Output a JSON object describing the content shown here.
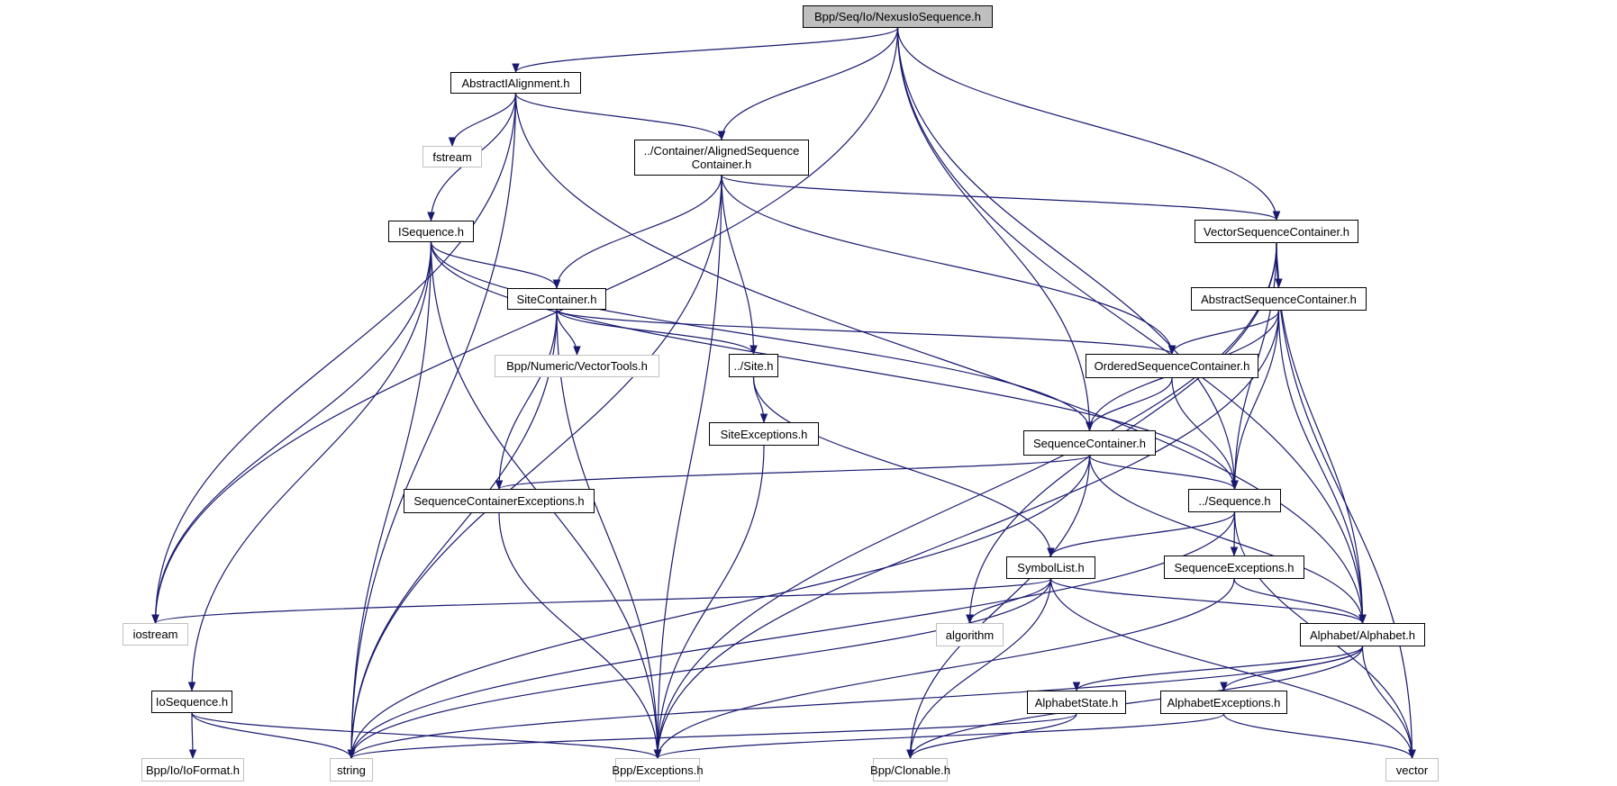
{
  "title": "Bpp/Seq/Io/NexusIoSequence.h",
  "colors": {
    "edge": "#191970",
    "root_fill": "#bfbfbf",
    "doc_border": "#000000",
    "ext_border": "#bfbfbf"
  },
  "nodes": [
    {
      "id": "nexus",
      "label": "Bpp/Seq/Io/NexusIoSequence.h",
      "kind": "root"
    },
    {
      "id": "absalign",
      "label": "AbstractIAlignment.h",
      "kind": "doc"
    },
    {
      "id": "fstream",
      "label": "fstream",
      "kind": "ext"
    },
    {
      "id": "aligned",
      "label": "../Container/AlignedSequence\nContainer.h",
      "kind": "doc"
    },
    {
      "id": "iseq",
      "label": "ISequence.h",
      "kind": "doc"
    },
    {
      "id": "vecseq",
      "label": "VectorSequenceContainer.h",
      "kind": "doc"
    },
    {
      "id": "sitecont",
      "label": "SiteContainer.h",
      "kind": "doc"
    },
    {
      "id": "vectools",
      "label": "Bpp/Numeric/VectorTools.h",
      "kind": "ext"
    },
    {
      "id": "absseq",
      "label": "AbstractSequenceContainer.h",
      "kind": "doc"
    },
    {
      "id": "site",
      "label": "../Site.h",
      "kind": "doc"
    },
    {
      "id": "ordered",
      "label": "OrderedSequenceContainer.h",
      "kind": "doc"
    },
    {
      "id": "seqcont",
      "label": "SequenceContainer.h",
      "kind": "doc"
    },
    {
      "id": "siteexc",
      "label": "SiteExceptions.h",
      "kind": "doc"
    },
    {
      "id": "seqcontexc",
      "label": "SequenceContainerExceptions.h",
      "kind": "doc"
    },
    {
      "id": "sequence",
      "label": "../Sequence.h",
      "kind": "doc"
    },
    {
      "id": "symlist",
      "label": "SymbolList.h",
      "kind": "doc"
    },
    {
      "id": "seqexc",
      "label": "SequenceExceptions.h",
      "kind": "doc"
    },
    {
      "id": "iostream",
      "label": "iostream",
      "kind": "ext"
    },
    {
      "id": "algorithm",
      "label": "algorithm",
      "kind": "ext"
    },
    {
      "id": "alphabet",
      "label": "Alphabet/Alphabet.h",
      "kind": "doc"
    },
    {
      "id": "ioseq",
      "label": "IoSequence.h",
      "kind": "doc"
    },
    {
      "id": "alphstate",
      "label": "AlphabetState.h",
      "kind": "doc"
    },
    {
      "id": "alphexc",
      "label": "AlphabetExceptions.h",
      "kind": "doc"
    },
    {
      "id": "ioformat",
      "label": "Bpp/Io/IoFormat.h",
      "kind": "ext"
    },
    {
      "id": "string",
      "label": "string",
      "kind": "ext"
    },
    {
      "id": "exceptions",
      "label": "Bpp/Exceptions.h",
      "kind": "ext"
    },
    {
      "id": "clonable",
      "label": "Bpp/Clonable.h",
      "kind": "ext"
    },
    {
      "id": "vector",
      "label": "vector",
      "kind": "ext"
    }
  ],
  "edges": [
    [
      "nexus",
      "absalign"
    ],
    [
      "nexus",
      "aligned"
    ],
    [
      "nexus",
      "vecseq"
    ],
    [
      "nexus",
      "seqcont"
    ],
    [
      "nexus",
      "sequence"
    ],
    [
      "nexus",
      "iostream"
    ],
    [
      "nexus",
      "alphabet"
    ],
    [
      "absalign",
      "fstream"
    ],
    [
      "absalign",
      "aligned"
    ],
    [
      "absalign",
      "iseq"
    ],
    [
      "absalign",
      "iostream"
    ],
    [
      "absalign",
      "string"
    ],
    [
      "absalign",
      "alphabet"
    ],
    [
      "aligned",
      "sitecont"
    ],
    [
      "aligned",
      "site"
    ],
    [
      "aligned",
      "vecseq"
    ],
    [
      "aligned",
      "ordered"
    ],
    [
      "aligned",
      "exceptions"
    ],
    [
      "aligned",
      "string"
    ],
    [
      "iseq",
      "sitecont"
    ],
    [
      "iseq",
      "seqcont"
    ],
    [
      "iseq",
      "sequence"
    ],
    [
      "iseq",
      "iostream"
    ],
    [
      "iseq",
      "ioseq"
    ],
    [
      "iseq",
      "string"
    ],
    [
      "iseq",
      "exceptions"
    ],
    [
      "vecseq",
      "absseq"
    ],
    [
      "vecseq",
      "sequence"
    ],
    [
      "vecseq",
      "alphabet"
    ],
    [
      "vecseq",
      "algorithm"
    ],
    [
      "vecseq",
      "exceptions"
    ],
    [
      "vecseq",
      "vector"
    ],
    [
      "sitecont",
      "vectools"
    ],
    [
      "sitecont",
      "site"
    ],
    [
      "sitecont",
      "ordered"
    ],
    [
      "sitecont",
      "seqcontexc"
    ],
    [
      "sitecont",
      "string"
    ],
    [
      "sitecont",
      "exceptions"
    ],
    [
      "absseq",
      "ordered"
    ],
    [
      "absseq",
      "seqcont"
    ],
    [
      "absseq",
      "sequence"
    ],
    [
      "absseq",
      "alphabet"
    ],
    [
      "absseq",
      "exceptions"
    ],
    [
      "site",
      "siteexc"
    ],
    [
      "site",
      "symlist"
    ],
    [
      "ordered",
      "seqcont"
    ],
    [
      "ordered",
      "sequence"
    ],
    [
      "seqcont",
      "seqcontexc"
    ],
    [
      "seqcont",
      "sequence"
    ],
    [
      "seqcont",
      "alphabet"
    ],
    [
      "seqcont",
      "string"
    ],
    [
      "seqcont",
      "clonable"
    ],
    [
      "siteexc",
      "exceptions"
    ],
    [
      "seqcontexc",
      "exceptions"
    ],
    [
      "sequence",
      "symlist"
    ],
    [
      "sequence",
      "seqexc"
    ],
    [
      "sequence",
      "string"
    ],
    [
      "sequence",
      "vector"
    ],
    [
      "symlist",
      "iostream"
    ],
    [
      "symlist",
      "algorithm"
    ],
    [
      "symlist",
      "alphabet"
    ],
    [
      "symlist",
      "string"
    ],
    [
      "symlist",
      "clonable"
    ],
    [
      "symlist",
      "vector"
    ],
    [
      "seqexc",
      "alphabet"
    ],
    [
      "seqexc",
      "exceptions"
    ],
    [
      "alphabet",
      "alphstate"
    ],
    [
      "alphabet",
      "alphexc"
    ],
    [
      "alphabet",
      "string"
    ],
    [
      "alphabet",
      "clonable"
    ],
    [
      "alphabet",
      "vector"
    ],
    [
      "ioseq",
      "ioformat"
    ],
    [
      "ioseq",
      "string"
    ],
    [
      "ioseq",
      "exceptions"
    ],
    [
      "alphstate",
      "clonable"
    ],
    [
      "alphstate",
      "string"
    ],
    [
      "alphexc",
      "exceptions"
    ],
    [
      "alphexc",
      "vector"
    ]
  ]
}
